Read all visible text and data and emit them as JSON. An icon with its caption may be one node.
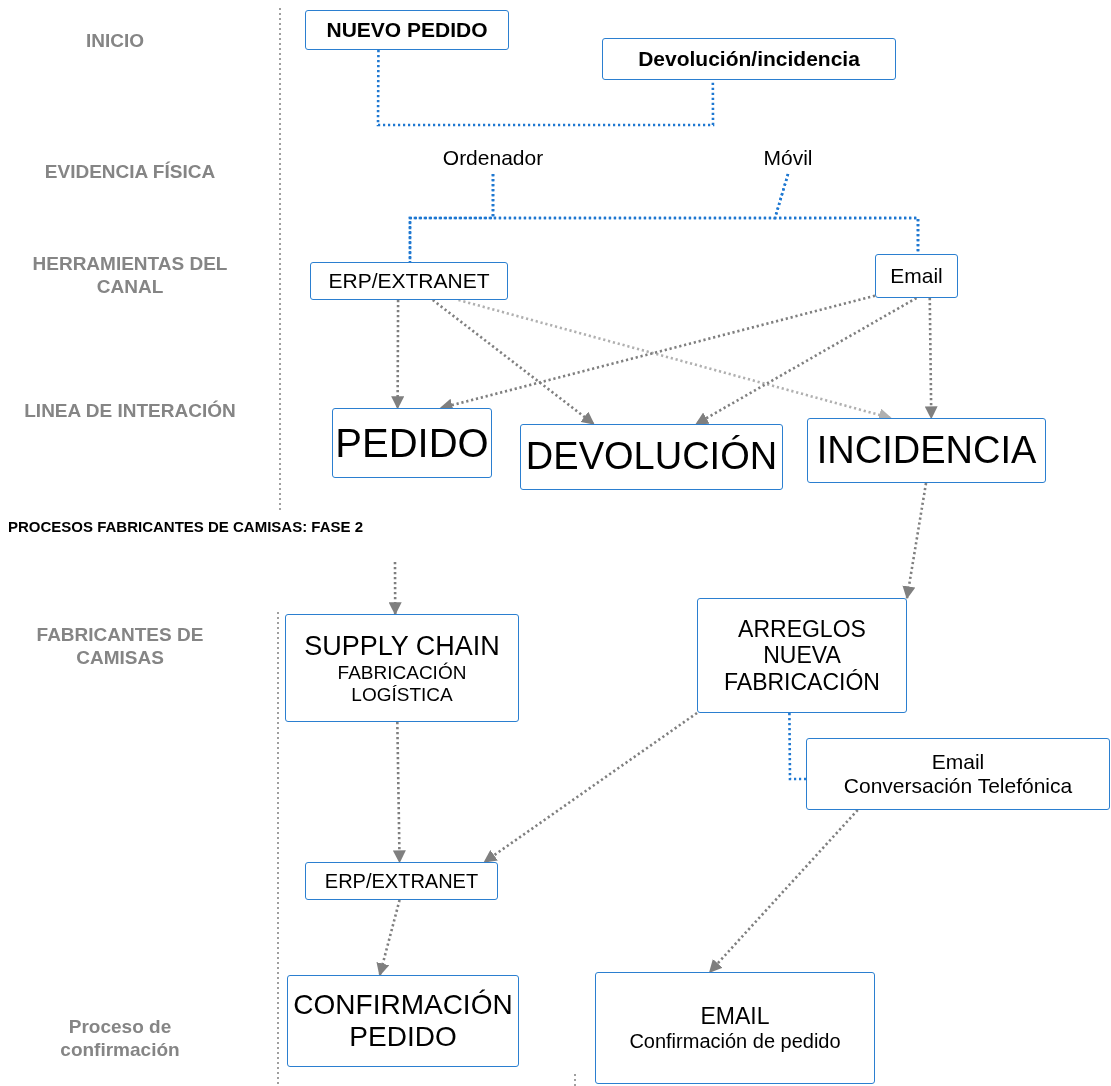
{
  "diagram": {
    "nodes": [
      {
        "text": [
          "NUEVO PEDIDO"
        ]
      },
      {
        "text": [
          "Devolución/incidencia"
        ]
      },
      {
        "text": [
          "Ordenador"
        ]
      },
      {
        "text": [
          "Móvil"
        ]
      },
      {
        "text": [
          "ERP/EXTRANET"
        ]
      },
      {
        "text": [
          "Email"
        ]
      },
      {
        "text": [
          "PEDIDO"
        ]
      },
      {
        "text": [
          "DEVOLUCIÓN"
        ]
      },
      {
        "text": [
          "INCIDENCIA"
        ]
      },
      {
        "text": [
          "SUPPLY CHAIN",
          "FABRICACIÓN LOGÍSTICA"
        ]
      },
      {
        "text": [
          "ARREGLOS NUEVA FABRICACIÓN"
        ]
      },
      {
        "text": [
          "Email",
          "Conversación Telefónica"
        ]
      },
      {
        "text": [
          "ERP/EXTRANET"
        ]
      },
      {
        "text": [
          "CONFIRMACIÓN PEDIDO"
        ]
      },
      {
        "text": [
          "EMAIL",
          "Confirmación de pedido"
        ]
      }
    ],
    "edges": [
      {
        "from": 0,
        "to": 1,
        "arrow": "none",
        "color": "#1f78d1"
      },
      {
        "from": 2,
        "to": 4,
        "arrow": "none",
        "color": "#1f78d1"
      },
      {
        "from": 2,
        "to": 5,
        "arrow": "none",
        "color": "#1f78d1"
      },
      {
        "from": 3,
        "to": 4,
        "arrow": "none",
        "color": "#1f78d1"
      },
      {
        "from": 3,
        "to": 5,
        "arrow": "none",
        "color": "#1f78d1"
      },
      {
        "from": 4,
        "to": 6,
        "arrow": "to"
      },
      {
        "from": 4,
        "to": 7,
        "arrow": "to"
      },
      {
        "from": 4,
        "to": 8,
        "arrow": "to",
        "color": "#b0b0b0"
      },
      {
        "from": 5,
        "to": 6,
        "arrow": "to"
      },
      {
        "from": 5,
        "to": 7,
        "arrow": "to"
      },
      {
        "from": 5,
        "to": 8,
        "arrow": "to"
      },
      {
        "from": null,
        "to": 9,
        "arrow": "to"
      },
      {
        "from": 8,
        "to": 10,
        "arrow": "to"
      },
      {
        "from": 9,
        "to": 12,
        "arrow": "to"
      },
      {
        "from": 10,
        "to": 12,
        "arrow": "to"
      },
      {
        "from": 10,
        "to": 11,
        "arrow": "none",
        "color": "#1f78d1"
      },
      {
        "from": 11,
        "to": 14,
        "arrow": "to"
      },
      {
        "from": 12,
        "to": 13,
        "arrow": "to"
      }
    ],
    "labels": [
      "INICIO",
      "EVIDENCIA FÍSICA",
      "HERRAMIENTAS DEL CANAL",
      "LINEA DE INTERACIÓN",
      "PROCESOS FABRICANTES DE CAMISAS: FASE 2",
      "FABRICANTES DE CAMISAS",
      "Proceso de confirmación"
    ]
  }
}
